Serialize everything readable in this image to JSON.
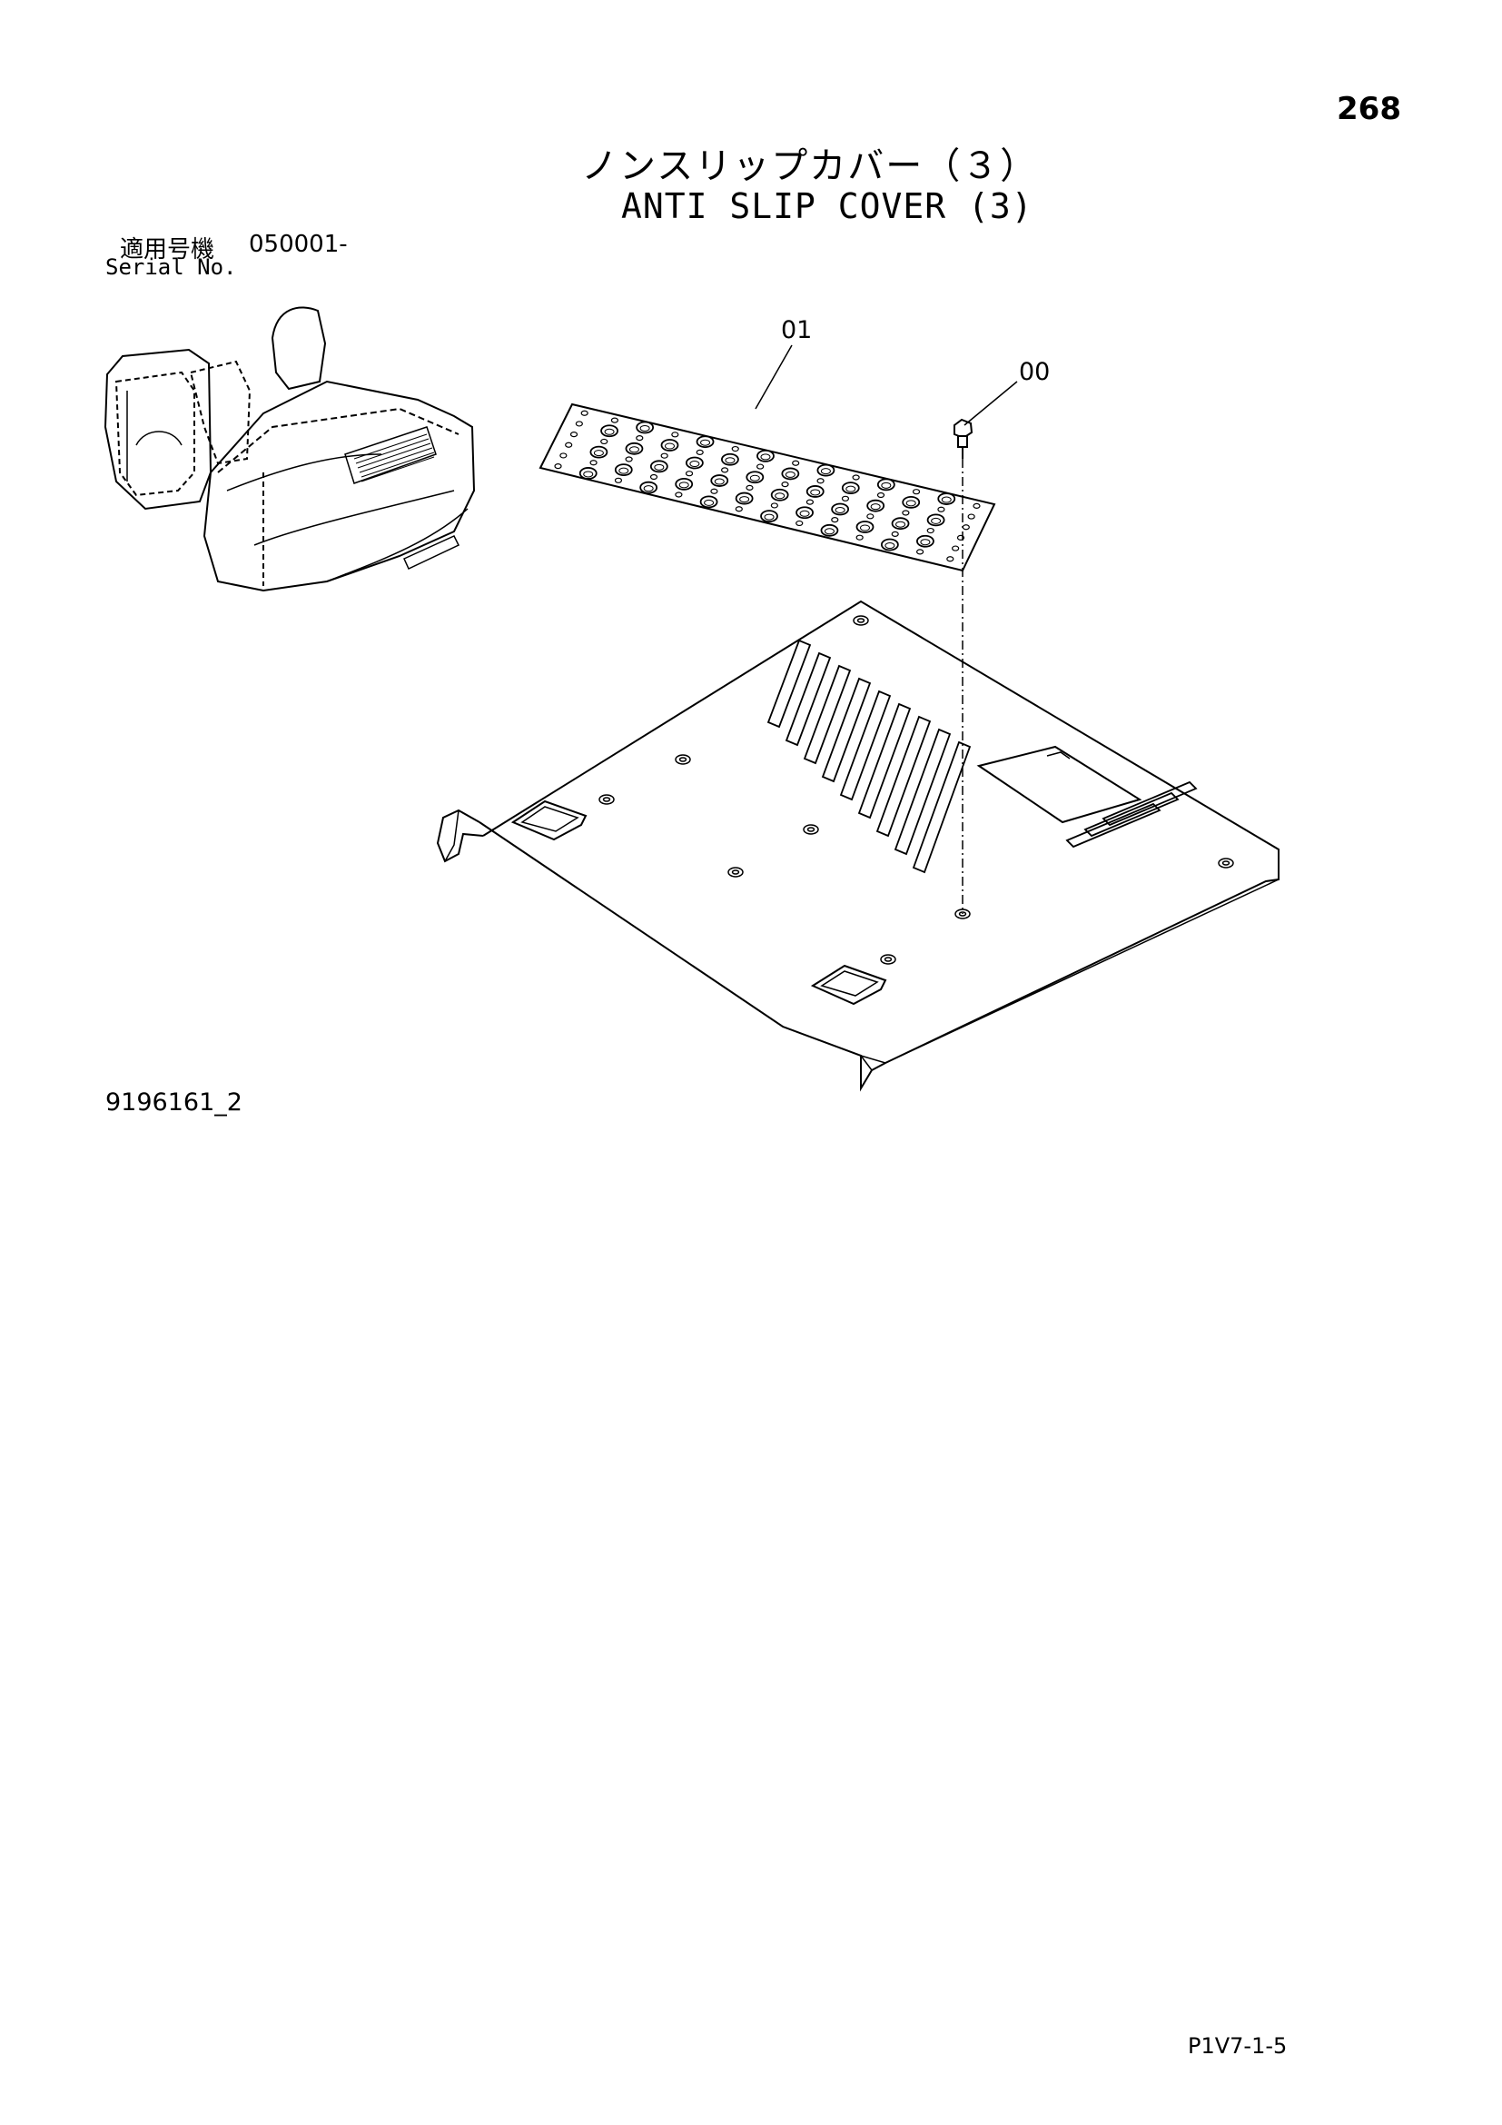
{
  "page": {
    "number": "268",
    "sheet_code": "P1V7-1-5",
    "figure_number": "9196161_2"
  },
  "title": {
    "japanese": "ノンスリップカバー（３）",
    "english": "ANTI SLIP COVER (3)"
  },
  "serial": {
    "label_japanese": "適用号機",
    "label_english": "Serial No.",
    "value": "050001-"
  },
  "callouts": [
    {
      "id": "part-01",
      "label": "01"
    },
    {
      "id": "part-00",
      "label": "00"
    }
  ],
  "colors": {
    "ink": "#000000",
    "paper": "#ffffff"
  }
}
